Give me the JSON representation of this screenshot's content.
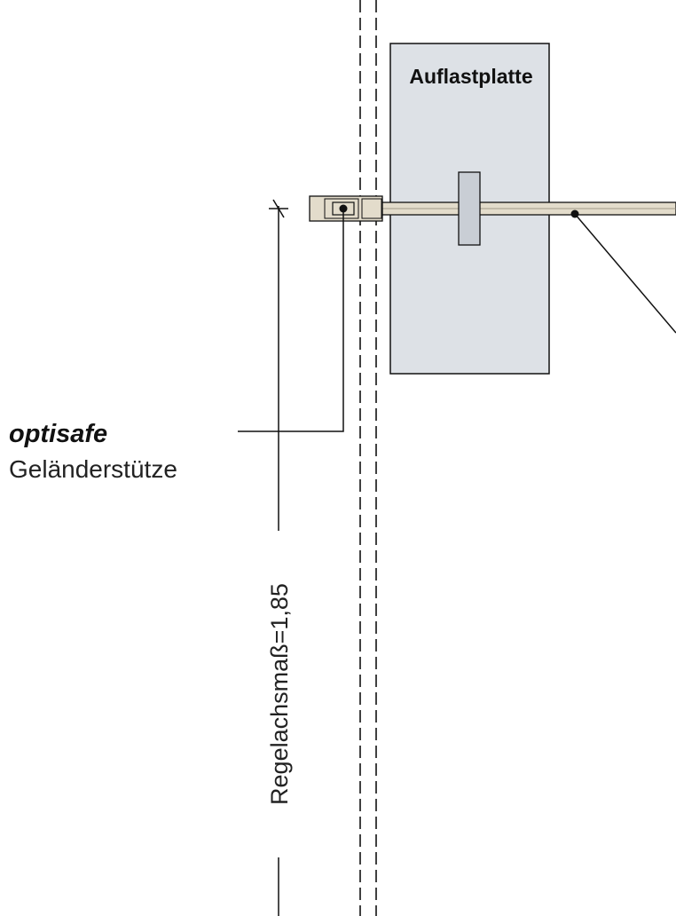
{
  "labels": {
    "plate": "Auflastplatte",
    "brand": "optisafe",
    "product": "Geländerstütze",
    "dimension": "Regelachsmaß=1,85"
  },
  "colors": {
    "plate_fill": "#dde1e6",
    "beam_fill": "#e3dccb",
    "line": "#111111"
  }
}
